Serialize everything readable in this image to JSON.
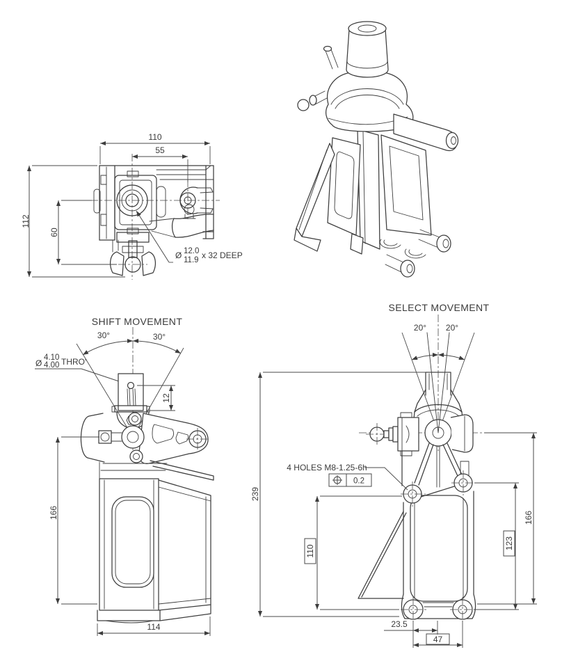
{
  "document": {
    "background": "#ffffff",
    "line_color": "#3d3d3d",
    "dimension_color": "#4a4a4a"
  },
  "top_view": {
    "dim_width_overall": "110",
    "dim_width_half": "55",
    "dim_height_overall": "112",
    "dim_height_inner": "60",
    "bore_note": {
      "dia": "Ø",
      "upper": "12.0",
      "lower": "11.9",
      "suffix": "x 32 DEEP"
    }
  },
  "shift_view": {
    "title": "SHIFT MOVEMENT",
    "angle_left": "30°",
    "angle_right": "30°",
    "pin_note": {
      "dia": "Ø",
      "upper": "4.10",
      "lower": "4.00",
      "suffix": "THRO'"
    },
    "dim_pin_depth": "12",
    "dim_height": "166",
    "dim_width": "114"
  },
  "select_view": {
    "title": "SELECT MOVEMENT",
    "angle_left": "20°",
    "angle_right": "20°",
    "dim_overall_height": "239",
    "holes_note": "4 HOLES M8-1.25-6h",
    "tolerance": {
      "value": "0.2"
    },
    "dim_hole_span_left": "110",
    "dim_hole_span_right": "123",
    "dim_height_right": "166",
    "dim_foot_offset": "23.5",
    "dim_hole_pitch": "47"
  }
}
